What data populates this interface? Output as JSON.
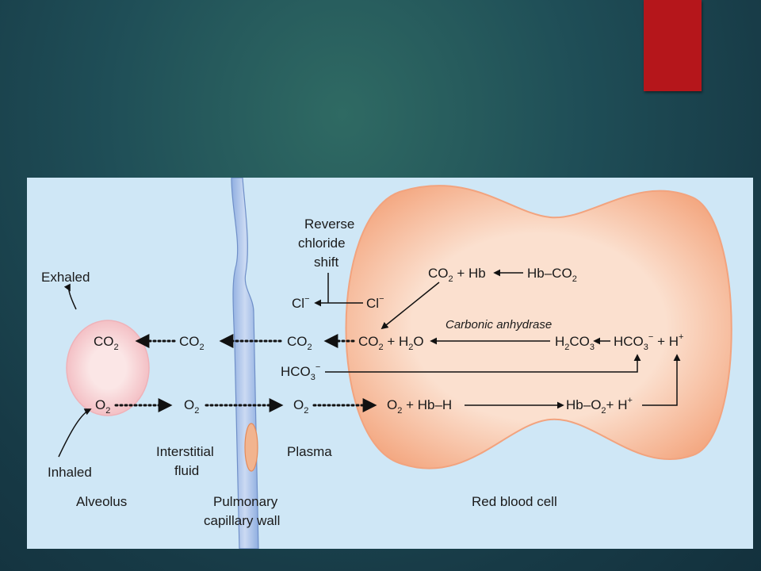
{
  "colors": {
    "accent": "#b5161b",
    "panel_bg": "#cfe7f6",
    "cell_fill": "#f7c0a3",
    "alveolus_fill": "#f8d3d6",
    "capillary_fill": "#a8c0e6"
  },
  "labels": {
    "exhaled": "Exhaled",
    "inhaled": "Inhaled",
    "alveolus": "Alveolus",
    "interstitial_1": "Interstitial",
    "interstitial_2": "fluid",
    "pulmonary_1": "Pulmonary",
    "pulmonary_2": "capillary wall",
    "plasma": "Plasma",
    "red_blood_cell": "Red blood cell",
    "reverse_1": "Reverse",
    "reverse_2": "chloride",
    "reverse_3": "shift",
    "carbonic_anhydrase": "Carbonic anhydrase"
  },
  "species": {
    "co2": "CO",
    "o2": "O",
    "sub2": "2",
    "sub3": "3",
    "cl": "Cl",
    "minus": "−",
    "plus": "+",
    "hco": "HCO",
    "h": "H",
    "h2": "H",
    "co3": "CO",
    "hb": "Hb",
    "hb_dash": "Hb–",
    "hb_co2": "Hb–CO",
    "hb_h": "Hb–H",
    "hb_o2": "Hb–O",
    "h2o": "H",
    "h2o_o": "O",
    "plus_sep": " + "
  }
}
